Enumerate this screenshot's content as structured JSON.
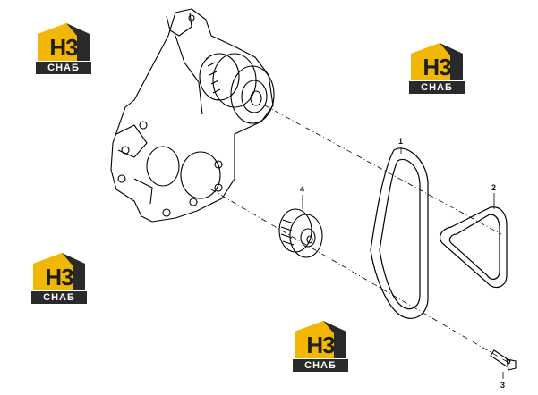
{
  "watermark": {
    "mark": "H3",
    "text": "СНАБ",
    "colors": {
      "yellow": "#f2b705",
      "dark": "#2a2a2a"
    }
  },
  "callouts": [
    {
      "id": "1",
      "label": "1"
    },
    {
      "id": "2",
      "label": "2"
    },
    {
      "id": "3",
      "label": "3"
    },
    {
      "id": "4",
      "label": "4"
    }
  ]
}
